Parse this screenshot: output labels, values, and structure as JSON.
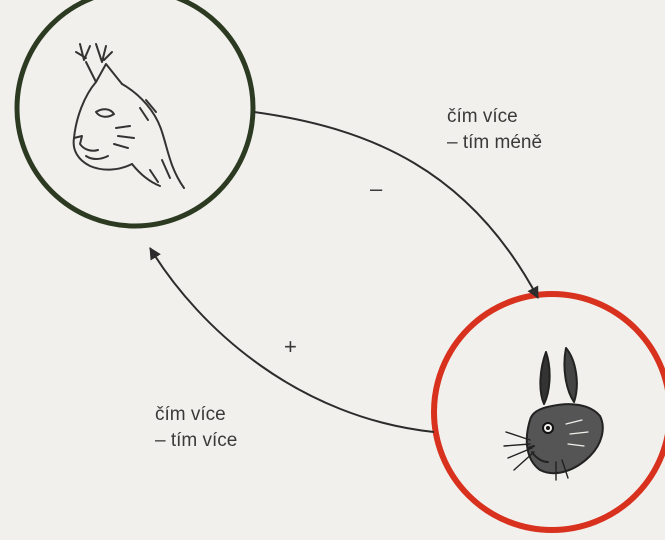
{
  "relations": {
    "predator_to_prey": {
      "sign": "–",
      "caption_line1": "čím více",
      "caption_line2": "– tím méně"
    },
    "prey_to_predator": {
      "sign": "+",
      "caption_line1": "čím více",
      "caption_line2": "– tím více"
    }
  },
  "nodes": {
    "predator": {
      "icon": "lynx-head-icon",
      "border_color": "#2c3a22"
    },
    "prey": {
      "icon": "hare-head-icon",
      "border_color": "#d8321f"
    }
  }
}
